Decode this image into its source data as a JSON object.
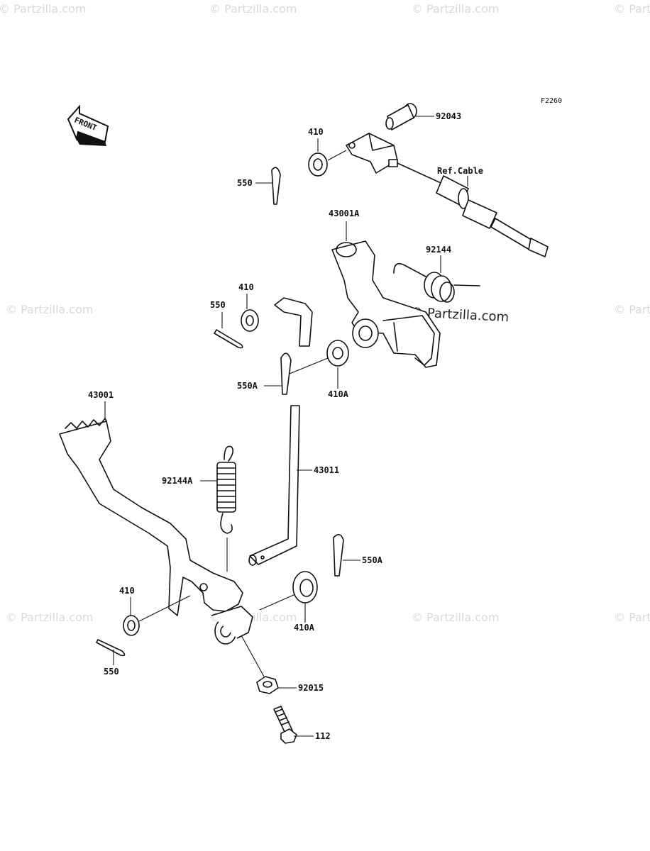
{
  "figure_code": "F2260",
  "copyright": "© Partzilla.com",
  "watermark": "© Partzilla.com",
  "front_arrow": "FRONT",
  "labels": {
    "p92043": "92043",
    "p410_top": "410",
    "ref_cable": "Ref.Cable",
    "p550_top": "550",
    "p43001A": "43001A",
    "p92144": "92144",
    "p410_mid": "410",
    "p550_mid": "550",
    "p550A_mid": "550A",
    "p410A_mid": "410A",
    "p43001": "43001",
    "p92144A": "92144A",
    "p43011": "43011",
    "p550A_low": "550A",
    "p410_low": "410",
    "p410A_low": "410A",
    "p550_low": "550",
    "p92015": "92015",
    "p112": "112"
  }
}
